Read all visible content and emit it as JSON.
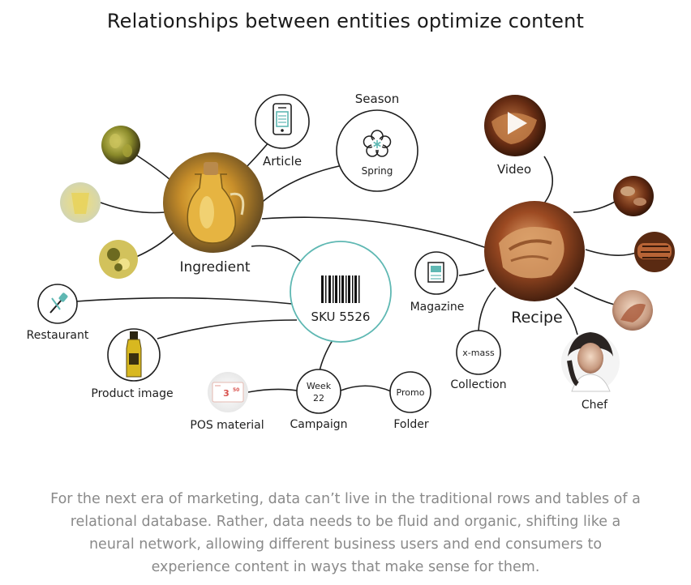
{
  "title": "Relationships between entities optimize content",
  "nodes": {
    "article": "Article",
    "season": "Season",
    "spring": "Spring",
    "video": "Video",
    "ingredient": "Ingredient",
    "sku": "SKU 5526",
    "magazine": "Magazine",
    "recipe": "Recipe",
    "restaurant": "Restaurant",
    "product_image": "Product image",
    "xmass": "x-mass",
    "collection": "Collection",
    "chef": "Chef",
    "week_line1": "Week",
    "week_line2": "22",
    "campaign": "Campaign",
    "promo": "Promo",
    "folder": "Folder",
    "pos_material": "POS material",
    "pos_price": "3",
    "pos_price_cents": "50"
  },
  "caption": "For the next era of marketing, data can’t live in the traditional rows and tables of a relational database. Rather, data needs to be fluid and organic, shifting like a neural network, allowing different business users and end consumers to experience content in ways that make sense for them.",
  "colors": {
    "accent_teal": "#5fb8b3",
    "line": "#1e1e1e",
    "caption_text": "#8a8a8a"
  },
  "icons": [
    "phone-icon",
    "flower-icon",
    "play-icon",
    "barcode-icon",
    "magazine-icon",
    "dropper-icon",
    "oil-bottle-icon"
  ]
}
